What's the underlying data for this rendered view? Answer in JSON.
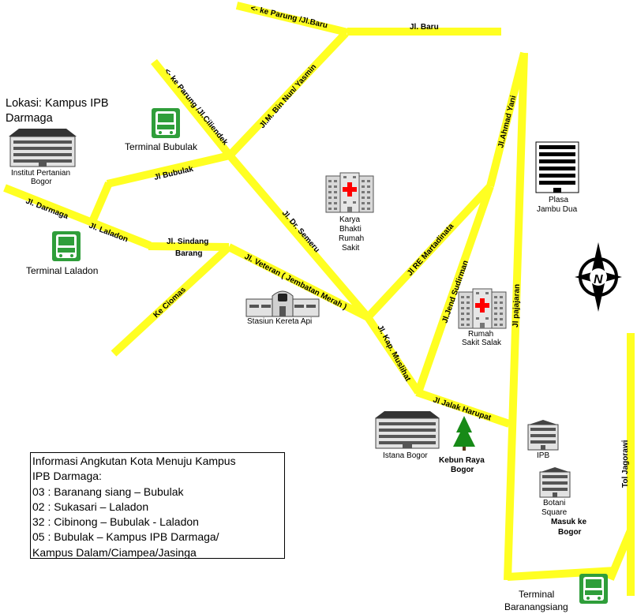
{
  "location_title": "Lokasi: Kampus IPB Darmaga",
  "roads": {
    "ke_parung_baru": "<- ke Parung /Jl.Baru",
    "jl_baru": "Jl. Baru",
    "ke_parung_ciliendek": "<- ke Parung /Jl.Ciliendek",
    "bin_nun": "Jl.M. Bin Nun/ Yasmin",
    "ahmad_yani": "Jl.Ahmad Yani",
    "bubulak": "Jl Bubulak",
    "darmaga": "Jl. Darmaga",
    "laladon": "Jl. Laladon",
    "sindang_barang_1": "Jl. Sindang",
    "sindang_barang_2": "Barang",
    "ke_ciomas": "Ke Ciomas",
    "dr_semeru": "Jl. Dr. Semeru",
    "veteran": "Jl. Veteran ( Jembatan Merah )",
    "re_martadinata": "Jl RE Martadinata",
    "jend_sudirman": "Jl.Jend Sudirman",
    "pajajaran": "Jl pajajaran",
    "kap_muslihat": "Jl. Kap. Muslihat",
    "jalak_harupat": "Jl Jalak Harupat",
    "tol_jagorawi": "Tol Jagorawi",
    "masuk_bogor_1": "Masuk ke",
    "masuk_bogor_2": "Bogor"
  },
  "places": {
    "terminal_bubulak": "Terminal Bubulak",
    "institut_1": "Institut Pertanian",
    "institut_2": "Bogor",
    "terminal_laladon": "Terminal Laladon",
    "karya_1": "Karya",
    "karya_2": "Bhakti",
    "karya_3": "Rumah",
    "karya_4": "Sakit",
    "plasa_1": "Plasa",
    "plasa_2": "Jambu Dua",
    "stasiun": "Stasiun Kereta Api",
    "salak_1": "Rumah",
    "salak_2": "Sakit Salak",
    "istana": "Istana Bogor",
    "kebun_1": "Kebun Raya",
    "kebun_2": "Bogor",
    "ipb": "IPB",
    "botani_1": "Botani",
    "botani_2": "Square",
    "terminal_bar_1": "Terminal",
    "terminal_bar_2": "Baranangsiang"
  },
  "compass": {
    "label": "N"
  },
  "info": {
    "title_1": "Informasi Angkutan Kota Menuju Kampus",
    "title_2": "IPB Darmaga:",
    "routes": [
      "03 : Baranang siang – Bubulak",
      "02 : Sukasari  – Laladon",
      "32 : Cibinong – Bubulak - Laladon",
      "05 : Bubulak – Kampus IPB Darmaga/",
      "Kampus Dalam/Ciampea/Jasinga"
    ]
  },
  "colors": {
    "road": "#ffff22",
    "terminal": "#2f9e3a",
    "hospital_cross": "#ff0000",
    "tree": "#178a17"
  },
  "icons": [
    "bus-icon",
    "hospital-icon",
    "building-icon",
    "train-station-icon",
    "palace-icon",
    "tree-icon",
    "compass-icon"
  ]
}
